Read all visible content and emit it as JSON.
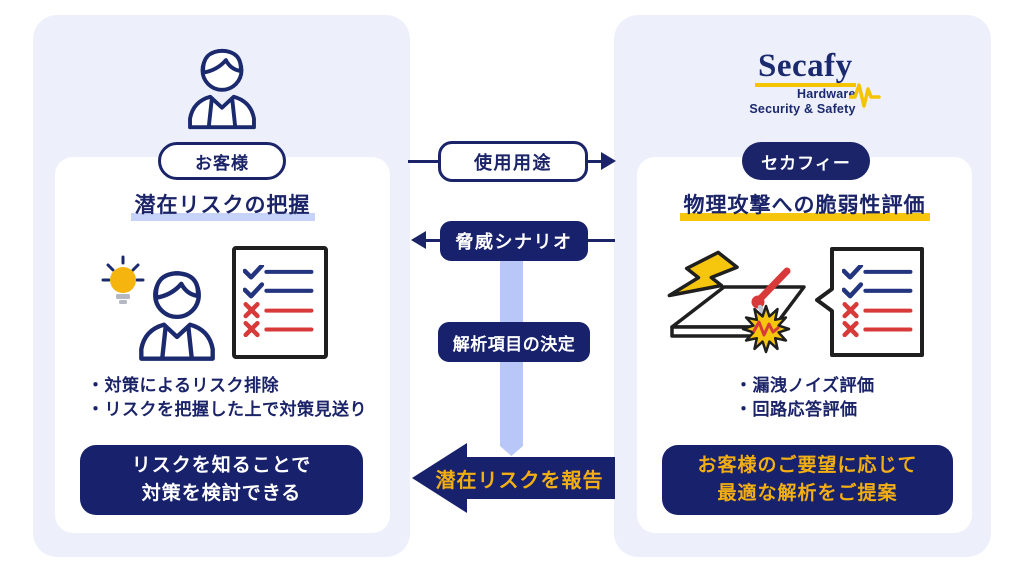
{
  "colors": {
    "navy": "#1b2468",
    "navy_fill": "#18216b",
    "gold_text": "#f2ae13",
    "yellow": "#f6c50e",
    "red": "#d83939",
    "band_blue": "#b9c7f8",
    "panel_bg": "#edf0fb",
    "underline_blue": "#c6d2f8",
    "outline_black": "#1f1f1f"
  },
  "left_panel": {
    "actor_label": "お客様",
    "heading": "潜在リスクの把握",
    "bullets": [
      "・対策によるリスク排除",
      "・リスクを把握した上で対策見送り"
    ],
    "result_text": "リスクを知ることで\n対策を検討できる"
  },
  "right_panel": {
    "logo": {
      "name": "Secafy",
      "sub1": "Hardware",
      "sub2": "Security & Safety"
    },
    "actor_label": "セカフィー",
    "heading": "物理攻撃への脆弱性評価",
    "bullets": [
      "・漏洩ノイズ評価",
      "・回路応答評価"
    ],
    "result_text": "お客様のご要望に応じて\n最適な解析をご提案"
  },
  "flow": {
    "usage_label": "使用用途",
    "threat_label": "脅威シナリオ",
    "decide_label": "解析項目の決定",
    "report_label": "潜在リスクを報告"
  },
  "icons": {
    "customer": "person-icon",
    "idea": "lightbulb-icon",
    "risk_list": "checklist-icon",
    "attack": "lightning-bolt-icon",
    "device": "circuit-board-icon",
    "probe": "probe-icon",
    "noise": "noise-burst-icon",
    "evaluation_list": "checklist-bubble-icon",
    "logo_pulse": "pulse-zigzag-icon"
  }
}
